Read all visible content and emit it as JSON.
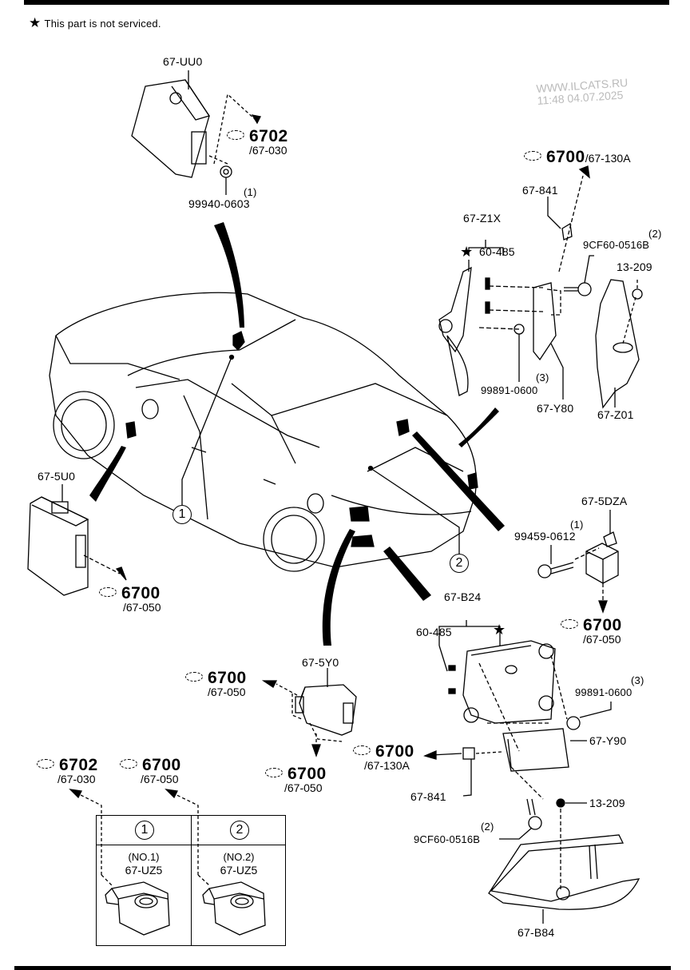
{
  "header": {
    "legend_star": "★",
    "legend_text": "This part is not serviced."
  },
  "watermark": {
    "line1": "WWW.ILCATS.RU",
    "line2": "11:48 04.07.2025"
  },
  "parts": {
    "p67uu0": "67-UU0",
    "p99940": "99940-0603",
    "p99940_qty": "(1)",
    "p67841_top": "67-841",
    "p67z1x": "67-Z1X",
    "p60485_top": "60-485",
    "p9cf60_top": "9CF60-0516B",
    "p9cf60_top_qty": "(2)",
    "p13209_top": "13-209",
    "p99891_top": "99891-0600",
    "p99891_top_qty": "(3)",
    "p67y80": "67-Y80",
    "p67z01": "67-Z01",
    "p675u0": "67-5U0",
    "p675dza": "67-5DZA",
    "p99459": "99459-0612",
    "p99459_qty": "(1)",
    "p67b24": "67-B24",
    "p60485_bot": "60-485",
    "p99891_bot": "99891-0600",
    "p99891_bot_qty": "(3)",
    "p675y0": "67-5Y0",
    "p67y90": "67-Y90",
    "p67841_bot": "67-841",
    "p13209_bot": "13-209",
    "p9cf60_bot": "9CF60-0516B",
    "p9cf60_bot_qty": "(2)",
    "p67b84": "67-B84"
  },
  "refs": [
    {
      "id": "ref-uu0",
      "code": "6702",
      "sub": "/67-030"
    },
    {
      "id": "ref-top-841",
      "code": "6700",
      "sub": "/67-130A"
    },
    {
      "id": "ref-5u0",
      "code": "6700",
      "sub": "/67-050"
    },
    {
      "id": "ref-5dza",
      "code": "6700",
      "sub": "/67-050"
    },
    {
      "id": "ref-5y0-left",
      "code": "6700",
      "sub": "/67-050"
    },
    {
      "id": "ref-5y0-bottom",
      "code": "6700",
      "sub": "/67-050"
    },
    {
      "id": "ref-bot-841",
      "code": "6700",
      "sub": "/67-130A"
    },
    {
      "id": "ref-uz5-1",
      "code": "6702",
      "sub": "/67-030"
    },
    {
      "id": "ref-uz5-2",
      "code": "6700",
      "sub": "/67-050"
    }
  ],
  "callouts": {
    "c1": "1",
    "c2": "2"
  },
  "table": {
    "col1": {
      "marker": "1",
      "note": "(NO.1)",
      "part": "67-UZ5"
    },
    "col2": {
      "marker": "2",
      "note": "(NO.2)",
      "part": "67-UZ5"
    }
  }
}
